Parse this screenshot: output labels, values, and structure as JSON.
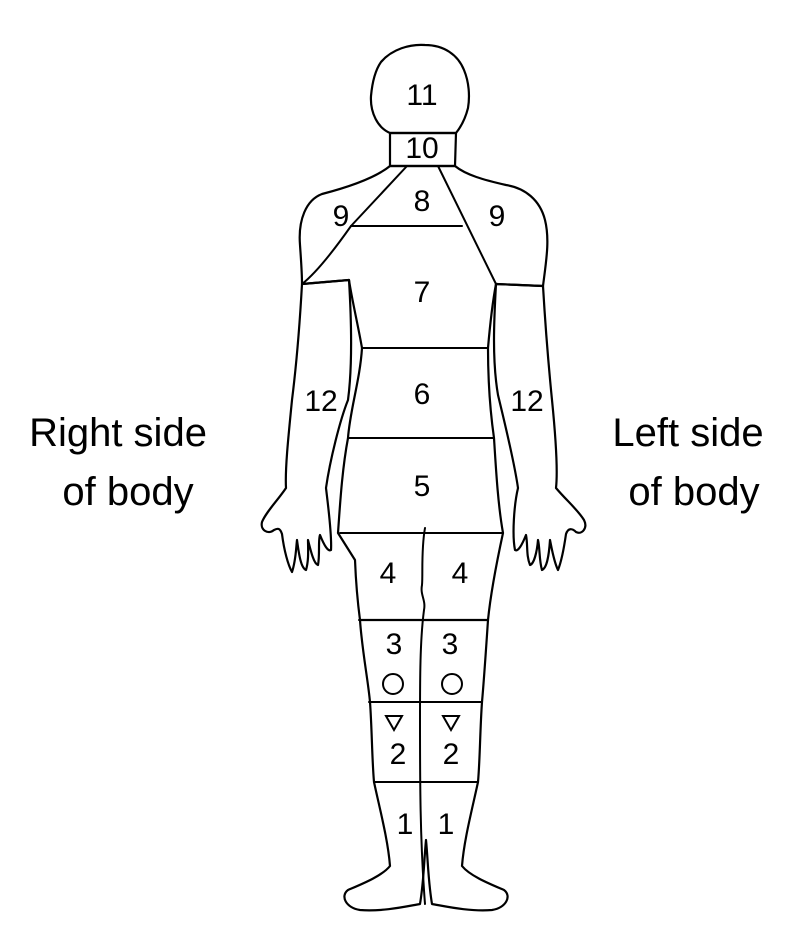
{
  "side_labels": {
    "right": [
      "Right side",
      "of body"
    ],
    "left": [
      "Left side",
      "of body"
    ]
  },
  "regions": {
    "head": "11",
    "neck": "10",
    "upper_chest": "8",
    "right_shoulder": "9",
    "left_shoulder": "9",
    "chest": "7",
    "right_arm": "12",
    "left_arm": "12",
    "waist": "6",
    "hips": "5",
    "right_thigh": "4",
    "left_thigh": "4",
    "right_knee": "3",
    "left_knee": "3",
    "right_shin": "2",
    "left_shin": "2",
    "right_ankle_foot": "1",
    "left_ankle_foot": "1"
  },
  "colors": {
    "line": "#000000",
    "background": "#ffffff"
  }
}
